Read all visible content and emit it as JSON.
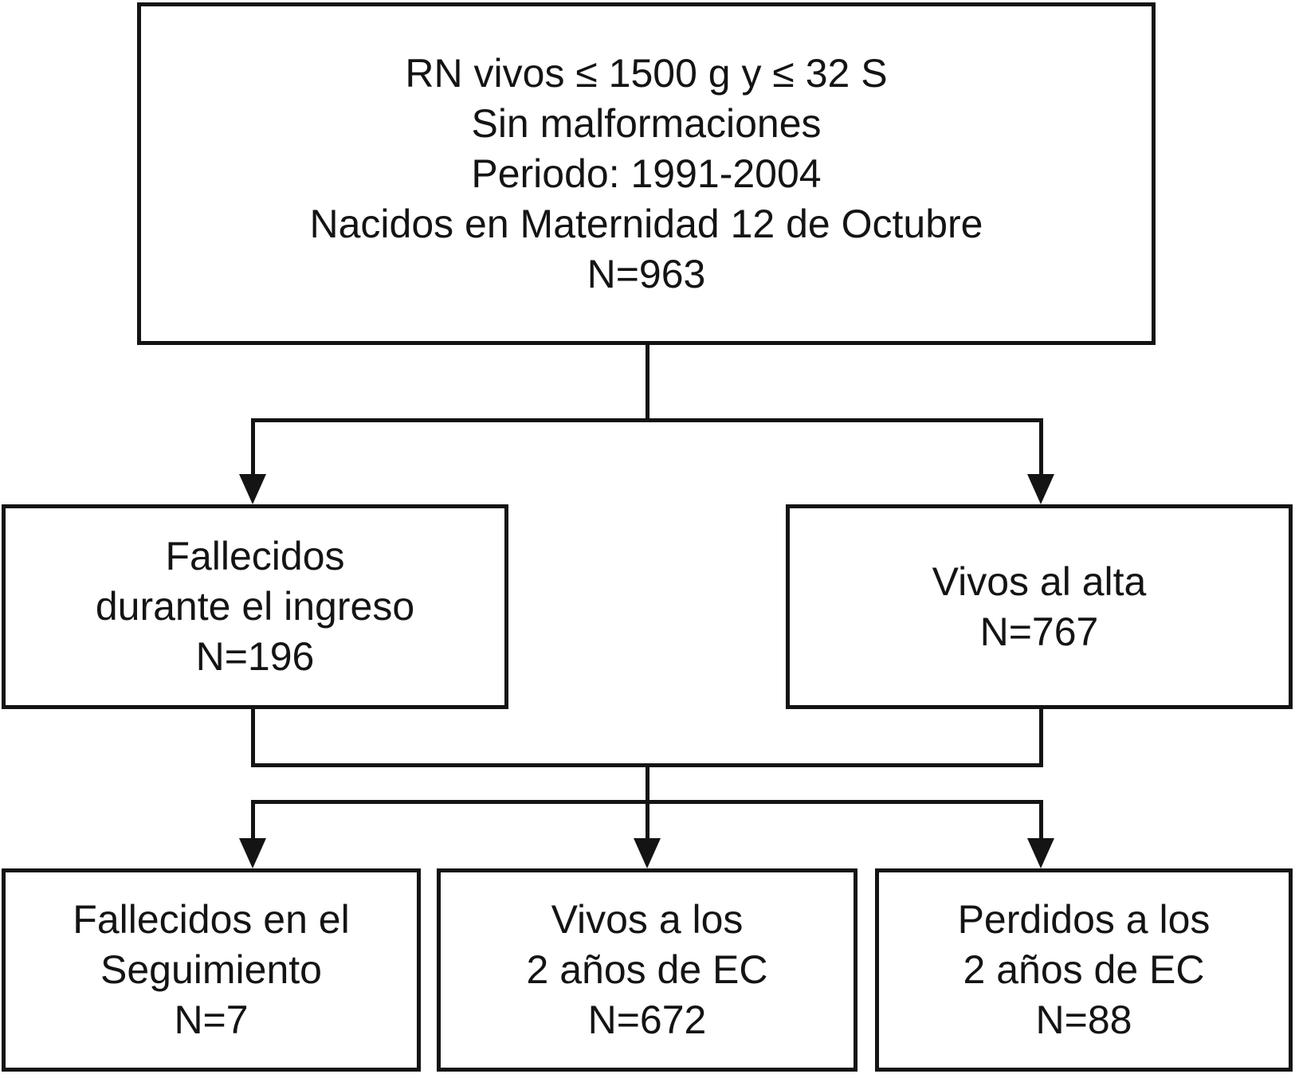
{
  "diagram": {
    "type": "flowchart",
    "colors": {
      "background": "#ffffff",
      "line": "#141414",
      "text": "#141414"
    },
    "nodes": {
      "root": {
        "lines": [
          "RN vivos ≤ 1500 g y ≤ 32 S",
          "Sin malformaciones",
          "Periodo: 1991-2004",
          "Nacidos en Maternidad 12 de Octubre",
          "N=963"
        ],
        "n": 963
      },
      "deceased_admission": {
        "lines": [
          "Fallecidos",
          "durante el ingreso",
          "N=196"
        ],
        "n": 196
      },
      "alive_discharge": {
        "lines": [
          "Vivos al alta",
          "N=767"
        ],
        "n": 767
      },
      "deceased_followup": {
        "lines": [
          "Fallecidos en el",
          "Seguimiento",
          "N=7"
        ],
        "n": 7
      },
      "alive_2y": {
        "lines": [
          "Vivos a los",
          "2 años de EC",
          "N=672"
        ],
        "n": 672
      },
      "lost_2y": {
        "lines": [
          "Perdidos a los",
          "2 años de EC",
          "N=88"
        ],
        "n": 88
      }
    },
    "edges": [
      {
        "from": "root",
        "to": "deceased_admission"
      },
      {
        "from": "root",
        "to": "alive_discharge"
      },
      {
        "from": "deceased_admission",
        "to": "junction"
      },
      {
        "from": "alive_discharge",
        "to": "junction"
      },
      {
        "from": "junction",
        "to": "deceased_followup"
      },
      {
        "from": "junction",
        "to": "alive_2y"
      },
      {
        "from": "junction",
        "to": "lost_2y"
      }
    ]
  }
}
